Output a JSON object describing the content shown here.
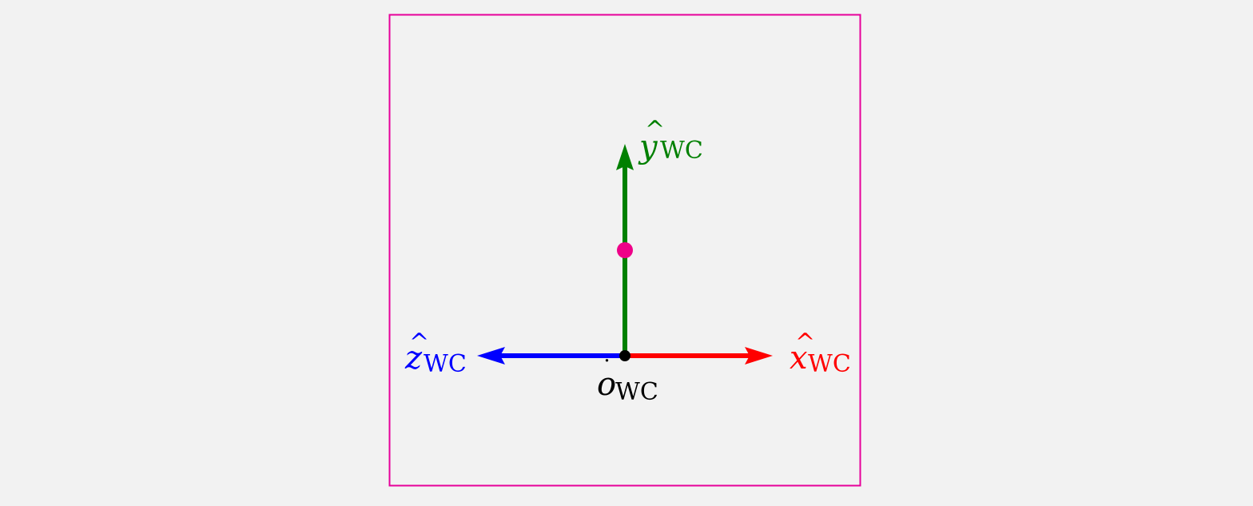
{
  "colors": {
    "background": "#f2f2f2",
    "frame": "#e6009a",
    "x_axis": "#ff0000",
    "y_axis": "#008000",
    "z_axis": "#0000ff",
    "origin": "#000000",
    "point": "#ee0088"
  },
  "labels": {
    "x_axis": {
      "symbol": "x",
      "accent": "^",
      "subscript": "WC"
    },
    "y_axis": {
      "symbol": "y",
      "accent": "^",
      "subscript": "WC"
    },
    "z_axis": {
      "symbol": "z",
      "accent": "^",
      "subscript": "WC"
    },
    "origin": {
      "symbol": "o",
      "accent": "˙",
      "subscript": "WC"
    }
  }
}
